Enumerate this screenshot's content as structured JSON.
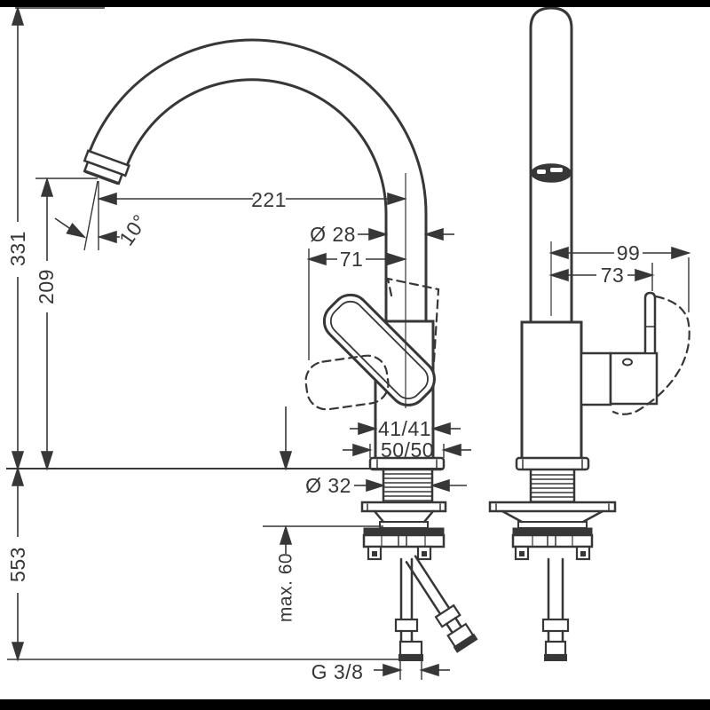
{
  "labels": {
    "height_total": "331",
    "outlet_height": "209",
    "below_counter_depth": "553",
    "spout_reach": "221",
    "outlet_angle": "10°",
    "spout_diameter": "Ø 28",
    "handle_side_reach": "71",
    "handle_swing_reach": "99",
    "handle_length": "73",
    "body_cross_section": "41/41",
    "base_cross_section": "50/50",
    "mounting_hole_diameter": "Ø 32",
    "max_counter_thickness": "max. 60",
    "hose_connection": "G 3/8"
  },
  "colors": {
    "line": "#373737",
    "background": "#ffffff",
    "frame_bar": "#000000"
  }
}
